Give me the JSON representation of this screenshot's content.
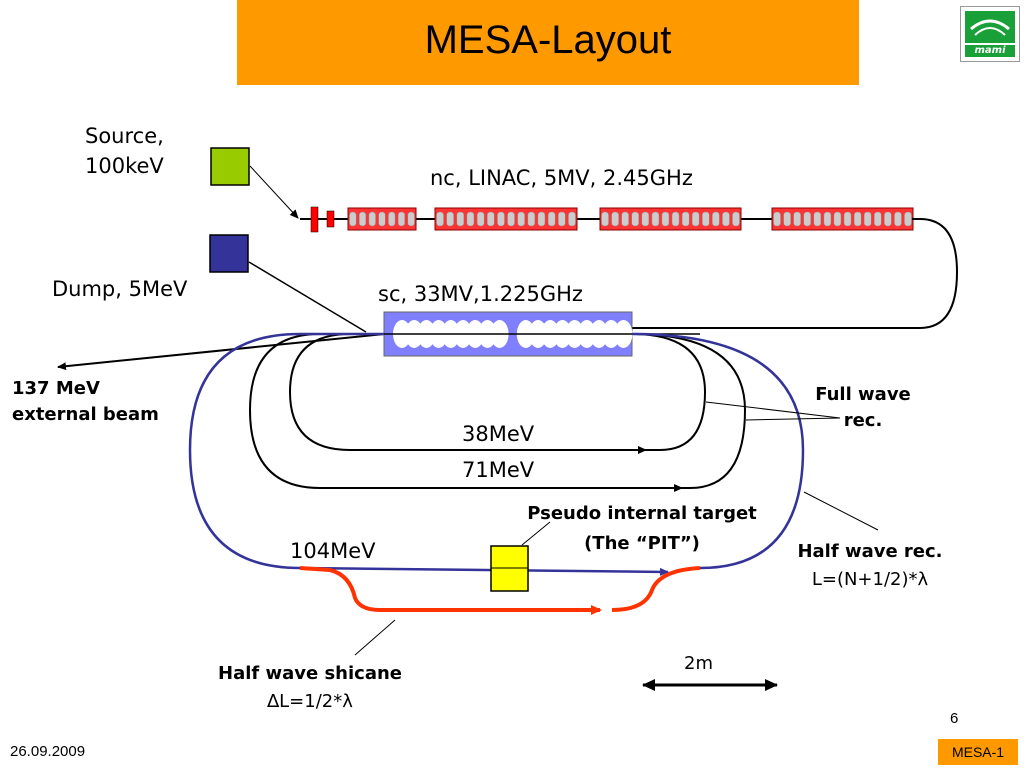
{
  "title": "MESA-Layout",
  "logo": {
    "icon": "mami-logo-icon",
    "text": "mami",
    "color": "#19a038"
  },
  "labels": {
    "source_line1": "Source,",
    "source_line2": "100keV",
    "dump": "Dump, 5MeV",
    "linac": "nc, LINAC, 5MV, 2.45GHz",
    "sc": "sc, 33MV,1.225GHz",
    "external_line1": "137 MeV",
    "external_line2": "external beam",
    "full_wave_line1": "Full wave",
    "full_wave_line2": "rec.",
    "e38": "38MeV",
    "e71": "71MeV",
    "pit_line1": "Pseudo internal target",
    "pit_line2": "(The “PIT”)",
    "half_wave_line1": "Half wave rec.",
    "half_wave_line2": "L=(N+1/2)*λ",
    "e104": "104MeV",
    "shicane_line1": "Half wave shicane",
    "shicane_line2": "∆L=1/2*λ",
    "scale": "2m"
  },
  "colors": {
    "title_bar": "#ff9900",
    "source": "#99cc00",
    "dump": "#333399",
    "linac": "#ff3333",
    "sc_cavity": "#8080ff",
    "recirc_black": "#000000",
    "recirc_blue": "#333399",
    "shicane": "#ff3300",
    "pit": "#ffff00"
  },
  "footer": {
    "date": "26.09.2009",
    "page": "6",
    "tag": "MESA-1"
  }
}
